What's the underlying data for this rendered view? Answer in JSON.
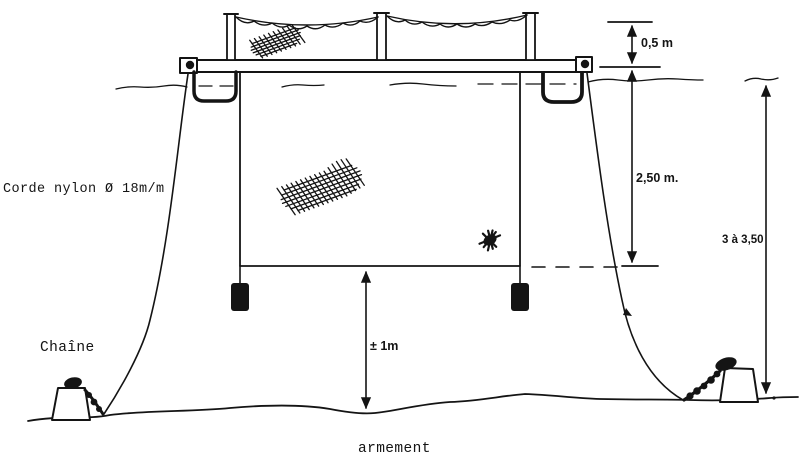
{
  "canvas": {
    "background": "#ffffff",
    "ink": "#141414"
  },
  "labels": {
    "rope": "Corde nylon Ø 18m/m",
    "chain": "Chaîne",
    "armament": "armement"
  },
  "dimensions": {
    "above_water": "0,5 m",
    "net_depth": "2,50 m.",
    "depth_range": "3 à 3,50",
    "bottom_clearance": "± 1m"
  }
}
